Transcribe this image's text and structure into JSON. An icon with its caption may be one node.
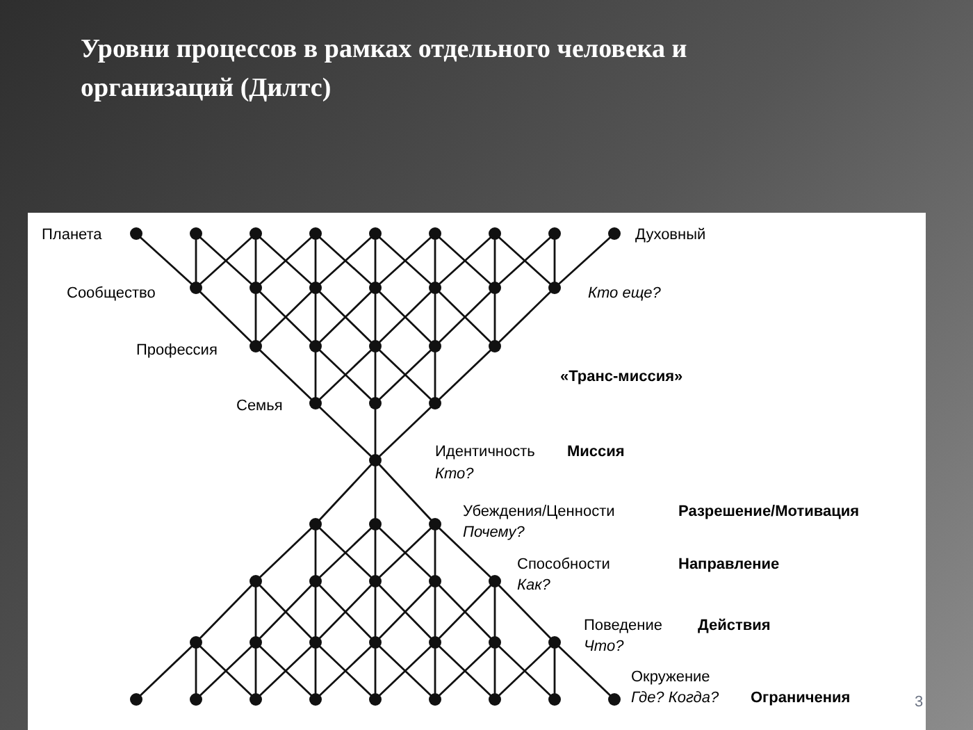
{
  "diagram": {
    "title": "Уровни процессов в рамках отдельного человека и организаций (Дилтс)",
    "labels": [
      "Планета",
      "Духовный",
      "Сообщество",
      "Кто еще?",
      "Профессия",
      "«Транс-миссия»",
      "Семья",
      "Идентичность",
      "Миссия",
      "Кто?",
      "Убеждения/Ценности",
      "Разрешение/Мотивация",
      "Почему?",
      "Способности",
      "Направление",
      "Как?",
      "Поведение",
      "Действия",
      "Что?",
      "Окружение",
      "Где? Когда?",
      "Ограничения",
      "3"
    ]
  }
}
